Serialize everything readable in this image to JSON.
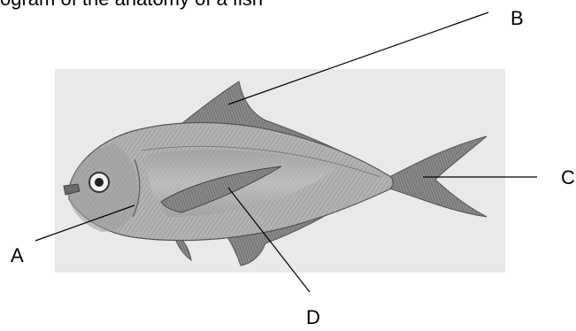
{
  "top_text": "ogram of the anatomy of a fish",
  "labels": {
    "a": "A",
    "b": "B",
    "c": "C",
    "d": "D"
  },
  "colors": {
    "background": "#ffffff",
    "photo_background": "#e8e8e8",
    "fish_body": "#b0b0b0",
    "fish_shading": "#7a7a7a",
    "line": "#000000"
  }
}
